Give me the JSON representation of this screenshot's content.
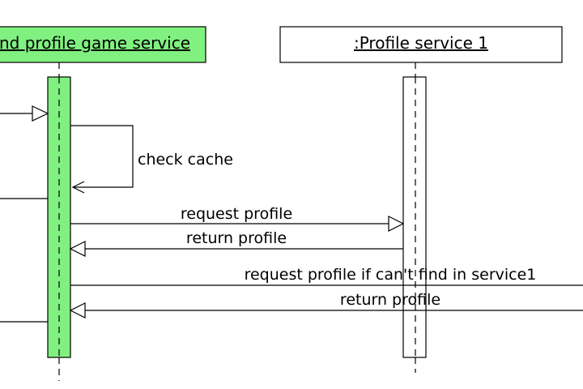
{
  "lifelines": {
    "game_service": {
      "title": "nd profile game service",
      "color": "#80f080"
    },
    "profile_service": {
      "title": ":Profile service 1",
      "color": "#ffffff"
    }
  },
  "messages": {
    "self_call": "check cache",
    "request_1": "request profile",
    "return_1": "return profile",
    "request_2": "request profile if can't find in service1",
    "return_2": "return profile"
  }
}
